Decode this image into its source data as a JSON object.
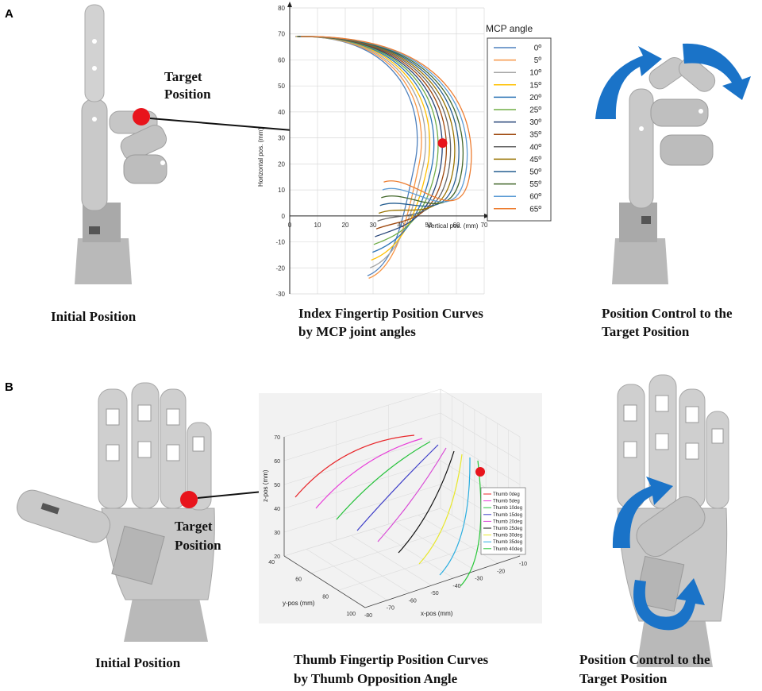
{
  "panels": {
    "a": {
      "letter": "A",
      "target_label": [
        "Target",
        "Position"
      ],
      "captions": {
        "left": [
          "Initial  Position"
        ],
        "center": [
          "Index Fingertip Position Curves",
          "by MCP joint angles"
        ],
        "right": [
          "Position Control to the",
          "Target Position"
        ]
      }
    },
    "b": {
      "letter": "B",
      "target_label": [
        "Target",
        "Position"
      ],
      "captions": {
        "left": [
          "Initial Position"
        ],
        "center": [
          "Thumb Fingertip Position Curves",
          "by Thumb Opposition Angle"
        ],
        "right": [
          "Position Control to the",
          "Target Position"
        ]
      }
    }
  },
  "colors": {
    "target_dot": "#e8141c",
    "rotation_arrow": "#1a73c8",
    "hand_gray": "#c4c4c4"
  },
  "chart_data": [
    {
      "type": "line",
      "xlabel": "Vertical pos. (mm)",
      "ylabel": "Horizontal pos. (mm)",
      "xlim": [
        0,
        70
      ],
      "ylim": [
        -30,
        80
      ],
      "xticks": [
        "0",
        "10",
        "20",
        "30",
        "40",
        "50",
        "60",
        "70"
      ],
      "yticks": [
        "-30",
        "-20",
        "-10",
        "0",
        "10",
        "20",
        "30",
        "40",
        "50",
        "60",
        "70",
        "80"
      ],
      "grid": true,
      "legend_title": "MCP angle",
      "legend_position": "right",
      "target_point": [
        55,
        28
      ],
      "series": [
        {
          "name": "0º",
          "color": "#4f81bd",
          "offset": 0,
          "y_end": -23
        },
        {
          "name": "5º",
          "color": "#f79646",
          "offset": 1.5,
          "y_end": -24
        },
        {
          "name": "10º",
          "color": "#a5a5a5",
          "offset": 3.0,
          "y_end": -20
        },
        {
          "name": "15º",
          "color": "#ffc000",
          "offset": 4.5,
          "y_end": -17
        },
        {
          "name": "20º",
          "color": "#2e75b6",
          "offset": 6.0,
          "y_end": -14
        },
        {
          "name": "25º",
          "color": "#70ad47",
          "offset": 7.5,
          "y_end": -11
        },
        {
          "name": "30º",
          "color": "#264478",
          "offset": 9.0,
          "y_end": -8
        },
        {
          "name": "35º",
          "color": "#9e480e",
          "offset": 10.5,
          "y_end": -5
        },
        {
          "name": "40º",
          "color": "#636363",
          "offset": 12.0,
          "y_end": -2
        },
        {
          "name": "45º",
          "color": "#997300",
          "offset": 13.5,
          "y_end": 1
        },
        {
          "name": "50º",
          "color": "#255e91",
          "offset": 15.0,
          "y_end": 4
        },
        {
          "name": "55º",
          "color": "#43682b",
          "offset": 16.5,
          "y_end": 7
        },
        {
          "name": "60º",
          "color": "#5b9bd5",
          "offset": 18.0,
          "y_end": 10
        },
        {
          "name": "65º",
          "color": "#ed7d31",
          "offset": 19.5,
          "y_end": 13
        }
      ]
    },
    {
      "type": "line",
      "projection": "3d",
      "xlabel": "x-pos (mm)",
      "ylabel": "y-pos (mm)",
      "zlabel": "z-pos (mm)",
      "xlim": [
        -80,
        -10
      ],
      "ylim": [
        40,
        100
      ],
      "zlim": [
        20,
        70
      ],
      "xticks": [
        "-80",
        "-70",
        "-60",
        "-50",
        "-40",
        "-30",
        "-20",
        "-10"
      ],
      "yticks": [
        "40",
        "60",
        "80",
        "100"
      ],
      "zticks": [
        "20",
        "30",
        "40",
        "50",
        "60",
        "70"
      ],
      "grid": true,
      "legend_position": "right",
      "series": [
        {
          "name": "Thumb 0deg",
          "color": "#e8262a"
        },
        {
          "name": "Thumb 5deg",
          "color": "#e83cd9"
        },
        {
          "name": "Thumb 10deg",
          "color": "#26c23b"
        },
        {
          "name": "Thumb 15deg",
          "color": "#3d3dc8"
        },
        {
          "name": "Thumb 20deg",
          "color": "#d94ad6"
        },
        {
          "name": "Thumb 25deg",
          "color": "#111111"
        },
        {
          "name": "Thumb 30deg",
          "color": "#e8e82a"
        },
        {
          "name": "Thumb 35deg",
          "color": "#2aaee0"
        },
        {
          "name": "Thumb 40deg",
          "color": "#2ac83a"
        }
      ]
    }
  ]
}
